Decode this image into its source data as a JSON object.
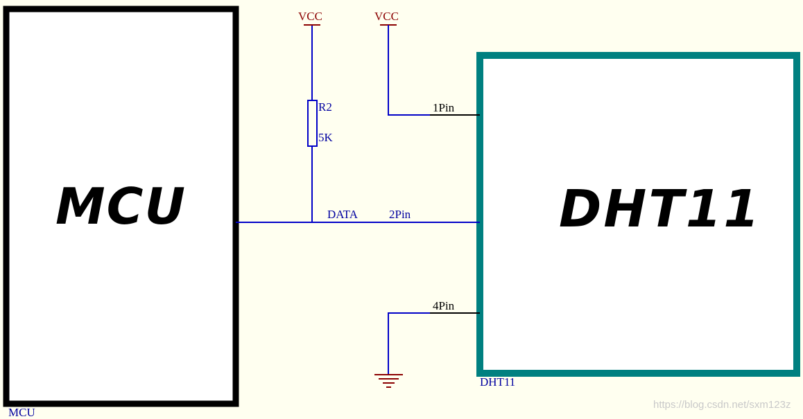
{
  "mcu": {
    "title": "MCU",
    "designator": "MCU"
  },
  "sensor": {
    "title": "DHT11",
    "designator": "DHT11"
  },
  "resistor": {
    "ref": "R2",
    "value": "5K"
  },
  "power": {
    "vcc_left": "VCC",
    "vcc_right": "VCC"
  },
  "nets": {
    "data": "DATA",
    "pin1": "1Pin",
    "pin2": "2Pin",
    "pin4": "4Pin"
  },
  "watermark": "https://blog.csdn.net/sxm123z",
  "colors": {
    "background": "#fffff0",
    "wire": "#0000c8",
    "power": "#8b0000",
    "component_border": "#000000",
    "sensor_border": "#008080"
  }
}
